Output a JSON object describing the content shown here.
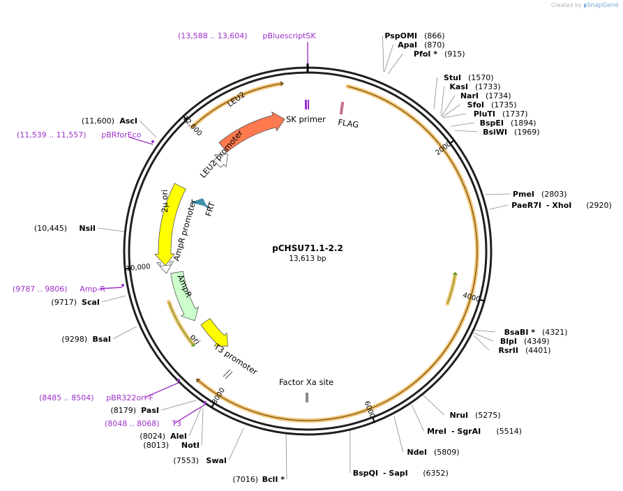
{
  "credit": {
    "prefix": "Created by",
    "brand": "SnapGene"
  },
  "plasmid": {
    "name": "pCHSU71.1-2.2",
    "size_label": "13,613 bp",
    "length": 13613
  },
  "colors": {
    "backbone": "#1f1f1f",
    "primer": "#9b30c8",
    "highlight": "#f7c779",
    "leu2": "#ff7a4f",
    "ori": "#ffff00",
    "ampr": "#ccffcc",
    "frt": "#3f8fa6",
    "flag": "#c76e8a",
    "orf_arrow": "#6b9a2a",
    "promoter": "#ffffff"
  },
  "ticks": [
    {
      "pos": 2000,
      "label": "2000"
    },
    {
      "pos": 4000,
      "label": "4000"
    },
    {
      "pos": 6000,
      "label": "6000"
    },
    {
      "pos": 8000,
      "label": "8000"
    },
    {
      "pos": 10000,
      "label": "10,000"
    },
    {
      "pos": 12000,
      "label": "12,000"
    }
  ],
  "features": [
    {
      "name": "LEU2",
      "type": "cds",
      "color_key": "leu2",
      "start": 12130,
      "end": 13240,
      "dir": 1
    },
    {
      "name": "LEU2 promoter",
      "type": "promoter",
      "color_key": "promoter",
      "start": 11870,
      "end": 12120,
      "dir": 1
    },
    {
      "name": "2μ ori",
      "type": "rep",
      "color_key": "ori",
      "start": 9990,
      "end": 11230,
      "dir": -1
    },
    {
      "name": "AmpR promoter",
      "type": "promoter",
      "color_key": "promoter",
      "start": 9870,
      "end": 9990,
      "dir": -1
    },
    {
      "name": "AmpR",
      "type": "cds",
      "color_key": "ampr",
      "start": 9010,
      "end": 9860,
      "dir": -1
    },
    {
      "name": "ori",
      "type": "rep",
      "color_key": "ori",
      "start": 8320,
      "end": 8900,
      "dir": -1
    }
  ],
  "feature_labels": [
    {
      "name": "SK primer"
    },
    {
      "name": "FLAG"
    },
    {
      "name": "LEU2 promoter"
    },
    {
      "name": "FRT"
    },
    {
      "name": "AmpR promoter"
    },
    {
      "name": "AmpR"
    },
    {
      "name": "T3 promoter"
    },
    {
      "name": "Factor Xa site"
    }
  ],
  "sites_right": [
    {
      "name": "PspOMI",
      "pos": "(866)"
    },
    {
      "name": "ApaI",
      "pos": "(870)"
    },
    {
      "name": "PfoI *",
      "pos": "(915)"
    },
    {
      "name": "StuI",
      "pos": "(1570)"
    },
    {
      "name": "KasI",
      "pos": "(1733)"
    },
    {
      "name": "NarI",
      "pos": "(1734)"
    },
    {
      "name": "SfoI",
      "pos": "(1735)"
    },
    {
      "name": "PluTI",
      "pos": "(1737)"
    },
    {
      "name": "BspEI",
      "pos": "(1894)"
    },
    {
      "name": "BsiWI",
      "pos": "(1969)"
    },
    {
      "name": "PmeI",
      "pos": "(2803)"
    },
    {
      "name": "PaeR7I",
      "name2": "- XhoI",
      "pos": "(2920)"
    },
    {
      "name": "BsaBI *",
      "pos": "(4321)"
    },
    {
      "name": "BlpI",
      "pos": "(4349)"
    },
    {
      "name": "RsrII",
      "pos": "(4401)"
    },
    {
      "name": "NruI",
      "pos": "(5275)"
    },
    {
      "name": "MreI",
      "name2": "- SgrAI",
      "pos": "(5514)"
    },
    {
      "name": "NdeI",
      "pos": "(5809)"
    },
    {
      "name": "BspQI",
      "name2": "- SapI",
      "pos": "(6352)"
    }
  ],
  "sites_left": [
    {
      "name": "BclI *",
      "pos": "(7016)"
    },
    {
      "name": "SwaI",
      "pos": "(7553)"
    },
    {
      "name": "NotI",
      "pos": "(8013)"
    },
    {
      "name": "AleI",
      "pos": "(8024)"
    },
    {
      "name": "PasI",
      "pos": "(8179)"
    },
    {
      "name": "BsaI",
      "pos": "(9298)"
    },
    {
      "name": "ScaI",
      "pos": "(9717)"
    },
    {
      "name": "NsiI",
      "pos": "(10,445)"
    },
    {
      "name": "AscI",
      "pos": "(11,600)"
    }
  ],
  "primers": [
    {
      "range": "(13,588 .. 13,604)",
      "name": "pBluescriptSK"
    },
    {
      "range": "(11,539 .. 11,557)",
      "name": "pBRforEco"
    },
    {
      "range": "(9787 .. 9806)",
      "name": "Amp-R"
    },
    {
      "range": "(8485 .. 8504)",
      "name": "pBR322ori-F"
    },
    {
      "range": "(8048 .. 8068)",
      "name": "T3"
    }
  ]
}
